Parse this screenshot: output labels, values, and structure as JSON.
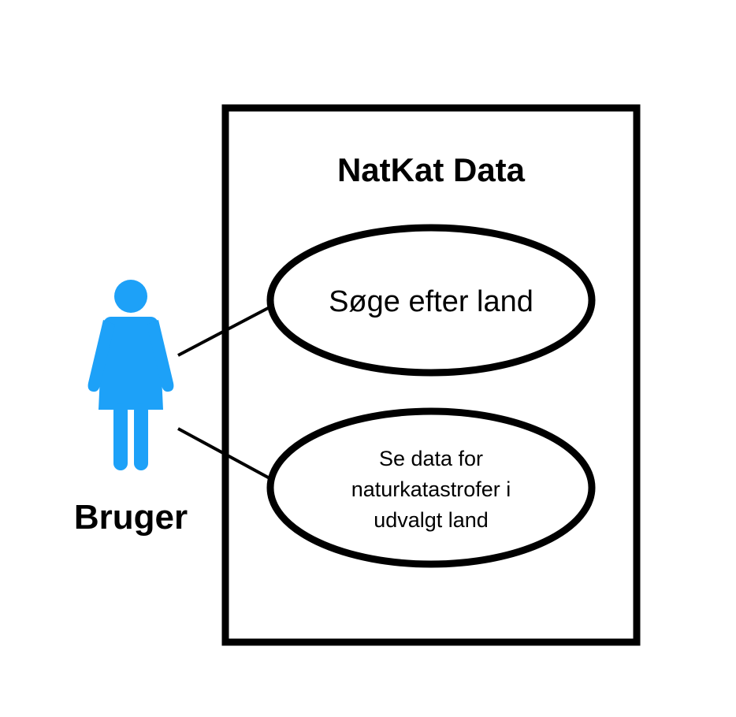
{
  "system": {
    "title": "NatKat Data"
  },
  "actor": {
    "label": "Bruger",
    "icon": "female-user-icon",
    "color": "#1da1f8"
  },
  "use_cases": [
    {
      "lines": [
        "Søge efter land"
      ]
    },
    {
      "lines": [
        "Se data for",
        "naturkatastrofer i",
        "udvalgt land"
      ]
    }
  ],
  "colors": {
    "stroke": "#000000",
    "background": "#ffffff"
  }
}
